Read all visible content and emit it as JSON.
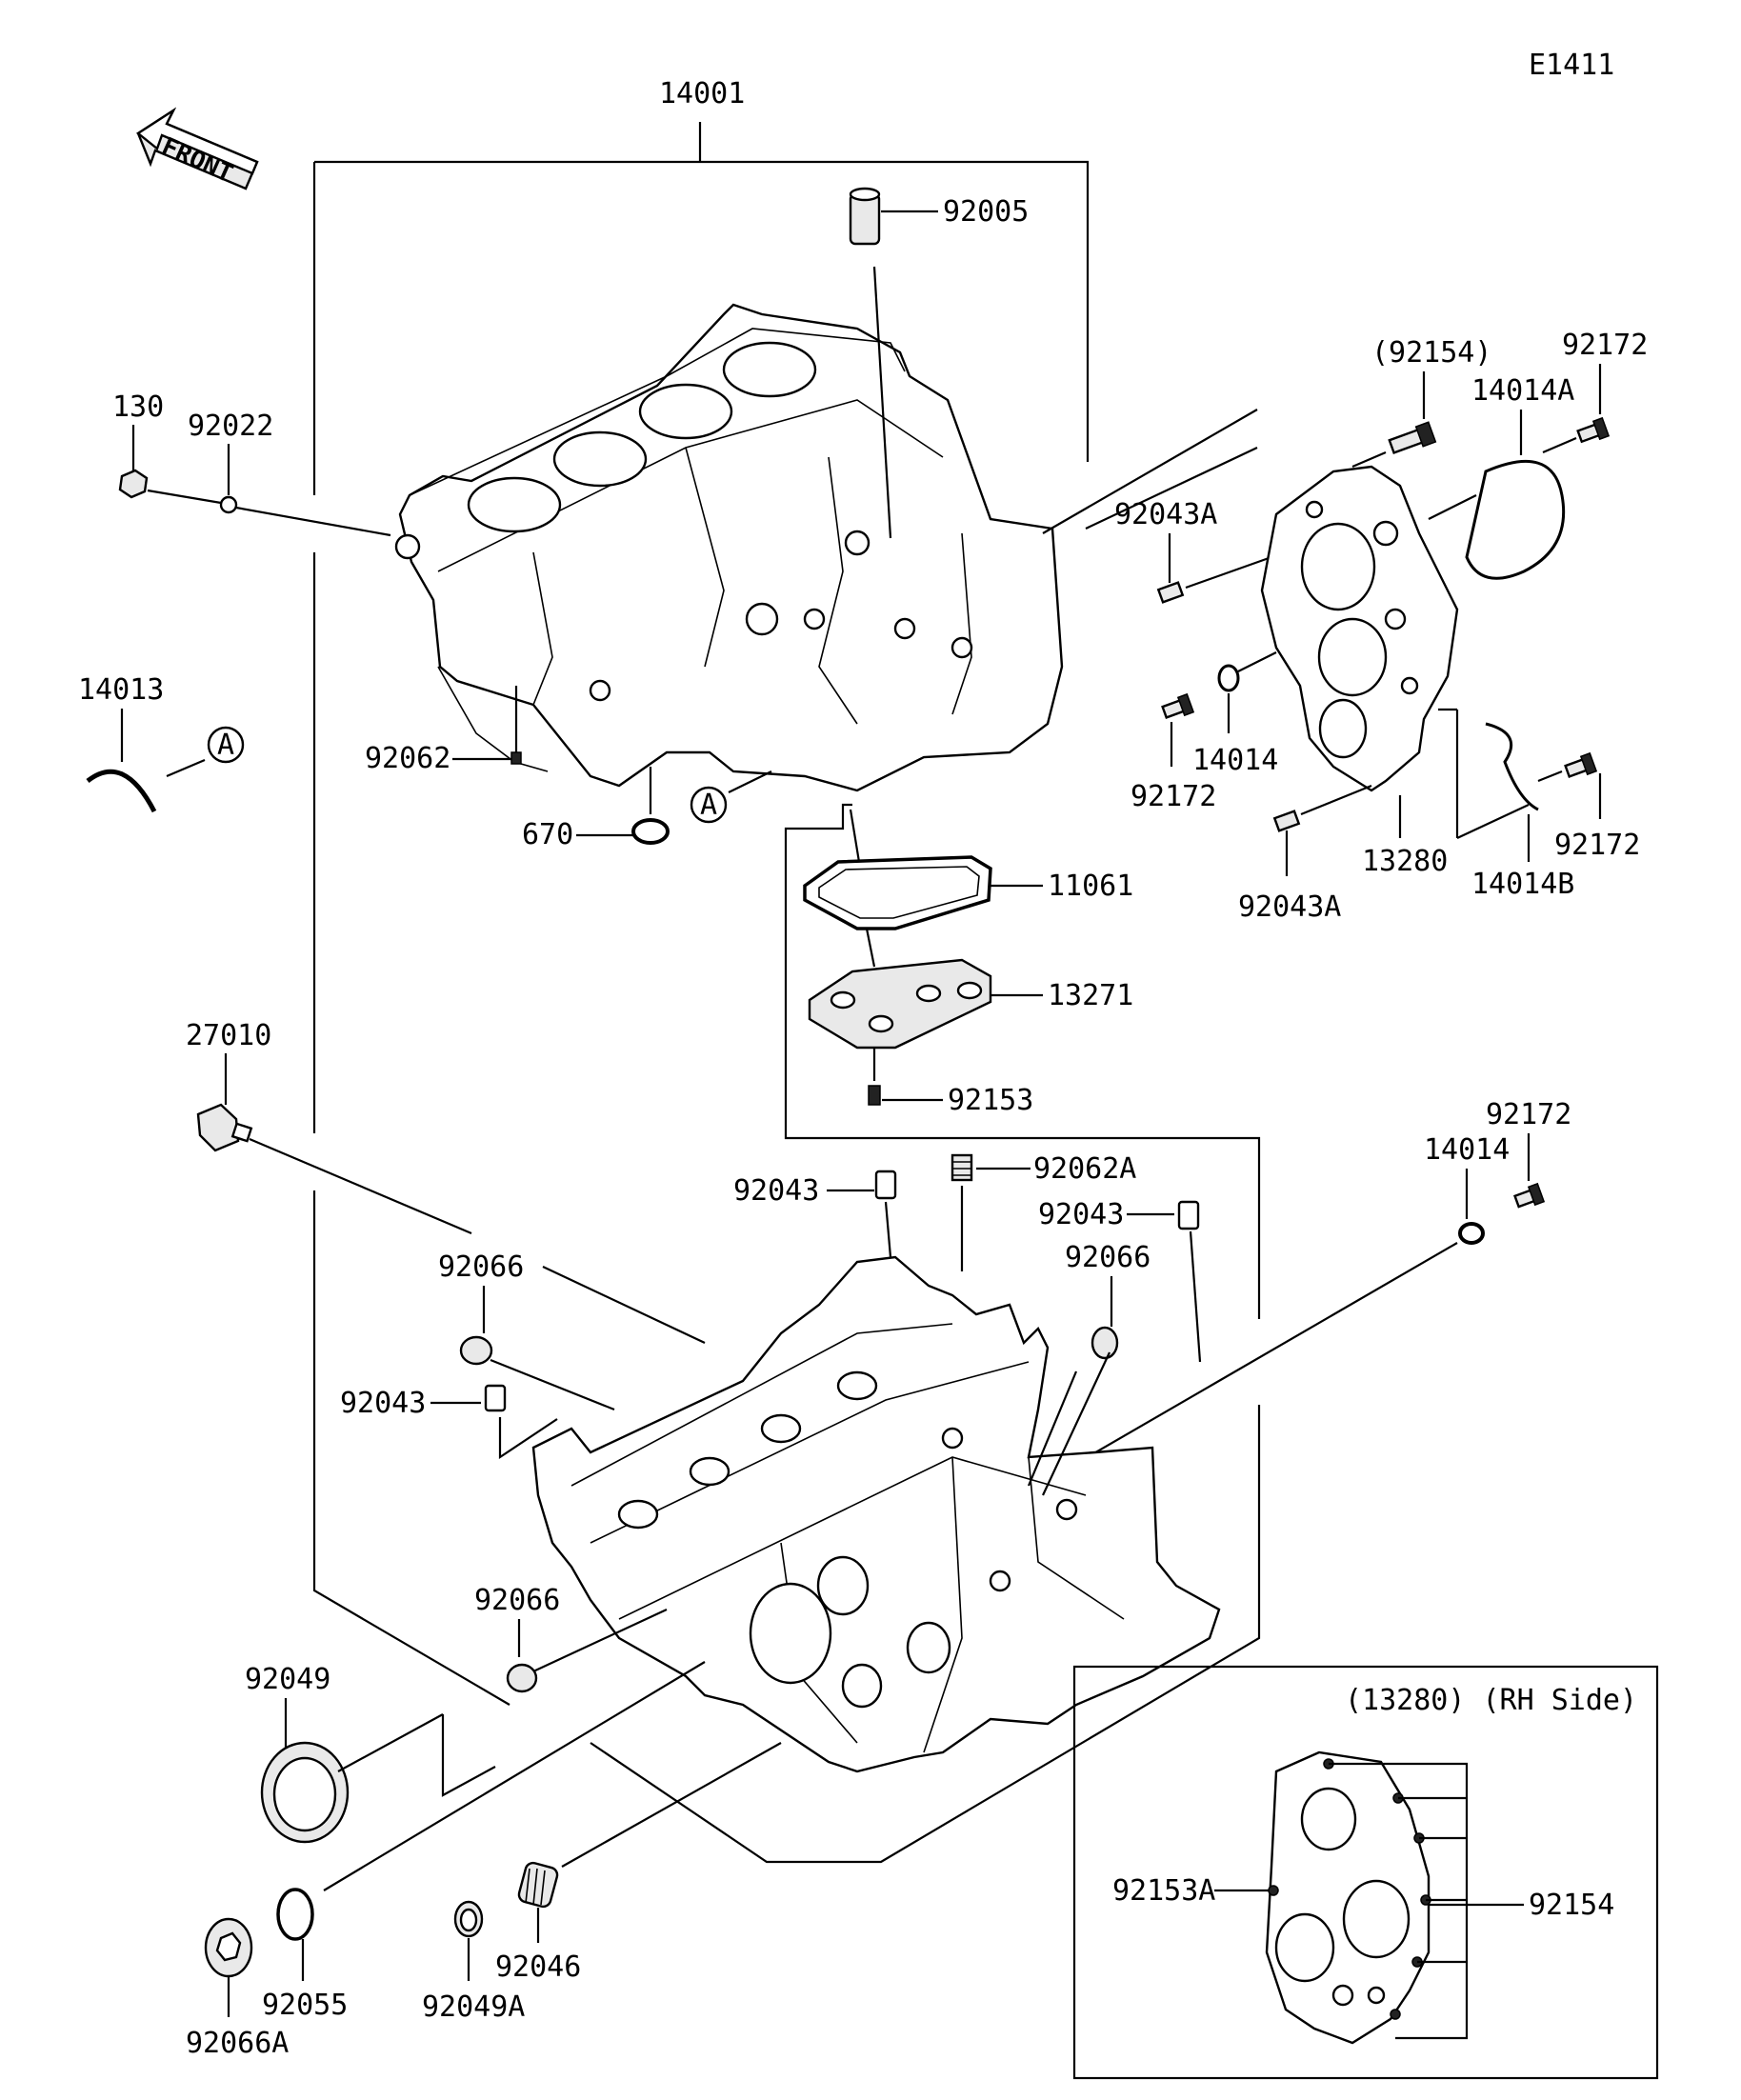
{
  "figure_code": "E1411",
  "direction_label": "FRONT",
  "callouts": {
    "a_upper": "A",
    "a_left": "A"
  },
  "parts": {
    "crankcase_assy": "14001",
    "p92005": "92005",
    "p130": "130",
    "p92022": "92022",
    "p14013": "14013",
    "p92062": "92062",
    "p670": "670",
    "p11061": "11061",
    "p13271": "13271",
    "p92153": "92153",
    "p92154_paren": "(92154)",
    "p92172_top": "92172",
    "p14014A": "14014A",
    "p92043A_top": "92043A",
    "p14014_top": "14014",
    "p92172_mid": "92172",
    "p13280": "13280",
    "p92043A_bot": "92043A",
    "p14014B": "14014B",
    "p92172_right": "92172",
    "p27010": "27010",
    "p92043_left": "92043",
    "p92062A": "92062A",
    "p92043_right": "92043",
    "p92066_right": "92066",
    "p92066_left": "92066",
    "p92043_lower": "92043",
    "p92066_bottom": "92066",
    "p92172_lower": "92172",
    "p14014_lower": "14014",
    "p92049": "92049",
    "p92055": "92055",
    "p92066A": "92066A",
    "p92049A": "92049A",
    "p92046": "92046"
  },
  "inset": {
    "title": "(13280)  (RH Side)",
    "p92153A": "92153A",
    "p92154": "92154"
  }
}
